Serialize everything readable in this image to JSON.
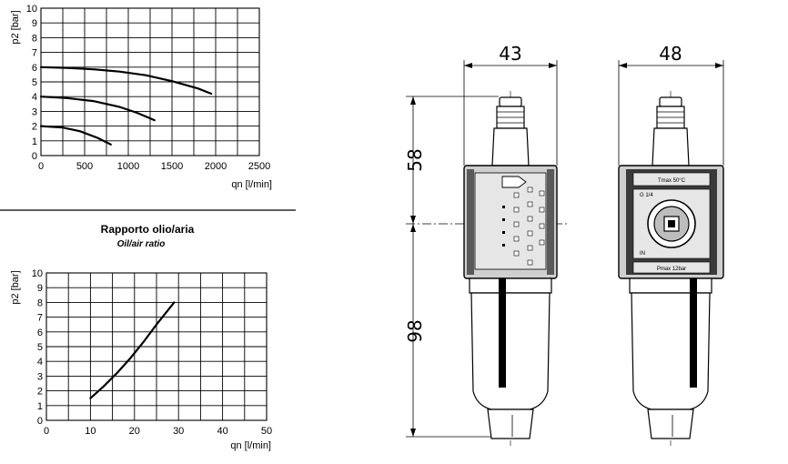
{
  "chart_data": [
    {
      "type": "line",
      "title": "",
      "xlabel": "qn [l/min]",
      "ylabel": "p2 [bar]",
      "xlim": [
        0,
        2500
      ],
      "ylim": [
        0,
        10
      ],
      "xticks": [
        0,
        500,
        1000,
        1500,
        2000,
        2500
      ],
      "yticks": [
        0,
        1,
        2,
        3,
        4,
        5,
        6,
        7,
        8,
        9,
        10
      ],
      "grid": true,
      "series": [
        {
          "x": [
            0,
            300,
            600,
            900,
            1200,
            1500,
            1800,
            1950
          ],
          "y": [
            6.0,
            5.95,
            5.85,
            5.7,
            5.45,
            5.05,
            4.55,
            4.2
          ]
        },
        {
          "x": [
            0,
            300,
            600,
            900,
            1100,
            1300
          ],
          "y": [
            4.0,
            3.9,
            3.7,
            3.3,
            2.9,
            2.4
          ]
        },
        {
          "x": [
            0,
            250,
            450,
            650,
            800
          ],
          "y": [
            2.0,
            1.9,
            1.65,
            1.2,
            0.75
          ]
        }
      ]
    },
    {
      "type": "line",
      "title": "Rapporto olio/aria",
      "subtitle": "Oil/air ratio",
      "xlabel": "qn [l/min]",
      "ylabel": "p2 [bar]",
      "xlim": [
        0,
        50
      ],
      "ylim": [
        0,
        10
      ],
      "xticks": [
        0,
        10,
        20,
        30,
        40,
        50
      ],
      "yticks": [
        0,
        1,
        2,
        3,
        4,
        5,
        6,
        7,
        8,
        9,
        10
      ],
      "grid": true,
      "series": [
        {
          "x": [
            10,
            13,
            16,
            19,
            22,
            25,
            29
          ],
          "y": [
            1.5,
            2.3,
            3.2,
            4.2,
            5.3,
            6.5,
            8.0
          ]
        }
      ]
    }
  ],
  "drawing": {
    "dim_width_front": "43",
    "dim_width_side": "48",
    "dim_height_upper": "58",
    "dim_height_lower": "98",
    "label_top": "Tmax 50°C",
    "label_mid": "G 1/4",
    "label_bottom": "Pmax 12bar",
    "label_side": "IN"
  }
}
